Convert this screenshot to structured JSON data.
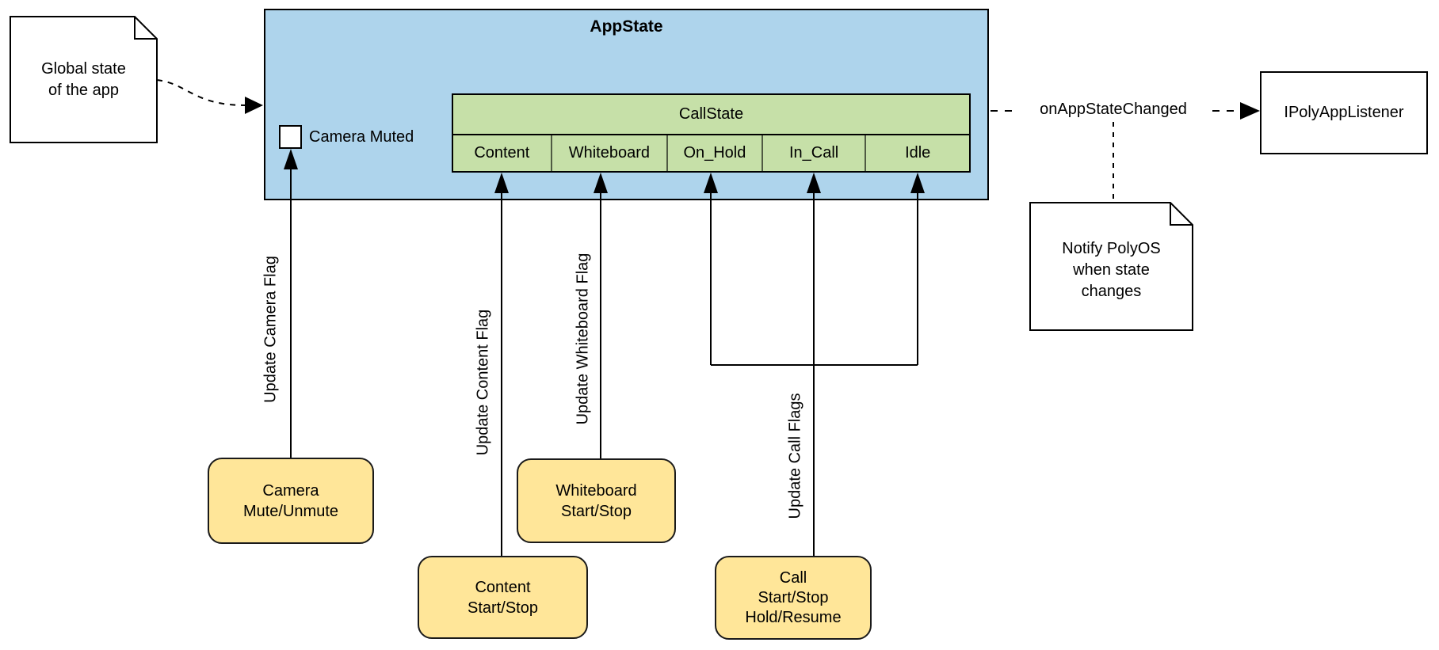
{
  "notes": {
    "global_state": "Global state\nof the app",
    "notify": "Notify PolyOS\nwhen state\nchanges"
  },
  "app_state": {
    "title": "AppState",
    "camera_muted_label": "Camera Muted",
    "camera_muted_checked": false
  },
  "call_state": {
    "title": "CallState",
    "states": [
      "Content",
      "Whiteboard",
      "On_Hold",
      "In_Call",
      "Idle"
    ]
  },
  "listener": {
    "title": "IPolyAppListener"
  },
  "connector": {
    "label": "onAppStateChanged"
  },
  "edge_labels": {
    "camera": "Update Camera Flag",
    "content": "Update Content Flag",
    "whiteboard": "Update Whiteboard Flag",
    "call": "Update Call Flags"
  },
  "actions": {
    "camera": "Camera\nMute/Unmute",
    "content": "Content\nStart/Stop",
    "whiteboard": "Whiteboard\nStart/Stop",
    "call": "Call\nStart/Stop\nHold/Resume"
  },
  "colors": {
    "app_state_fill": "#AED4EC",
    "call_state_fill": "#C6E0A8",
    "action_fill": "#FFE699",
    "stroke": "#000000"
  }
}
